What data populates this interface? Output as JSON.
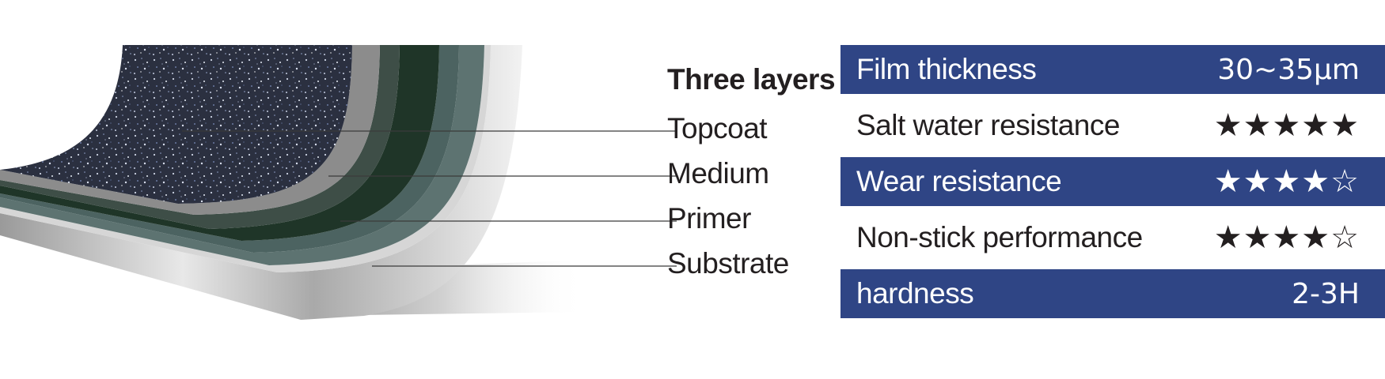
{
  "layers": {
    "title": "Three layers",
    "items": [
      {
        "label": "Topcoat"
      },
      {
        "label": "Medium"
      },
      {
        "label": "Primer"
      },
      {
        "label": "Substrate"
      }
    ]
  },
  "specs": [
    {
      "name": "Film thickness",
      "value": "30~35μm",
      "style": "filled"
    },
    {
      "name": "Salt water resistance",
      "value": "★★★★★",
      "rating": 5,
      "style": "plain"
    },
    {
      "name": "Wear resistance",
      "value": "★★★★☆",
      "rating": 4,
      "style": "filled"
    },
    {
      "name": "Non-stick performance",
      "value": "★★★★☆",
      "rating": 4,
      "style": "plain"
    },
    {
      "name": "hardness",
      "value": "2-3H",
      "style": "filled"
    }
  ],
  "colors": {
    "row_fill": "#2f4585",
    "text_dark": "#231f20",
    "topcoat": "#2a2f3e",
    "medium": "#1e3327",
    "primer": "#4f6663",
    "substrate": "#b8b8b8"
  }
}
